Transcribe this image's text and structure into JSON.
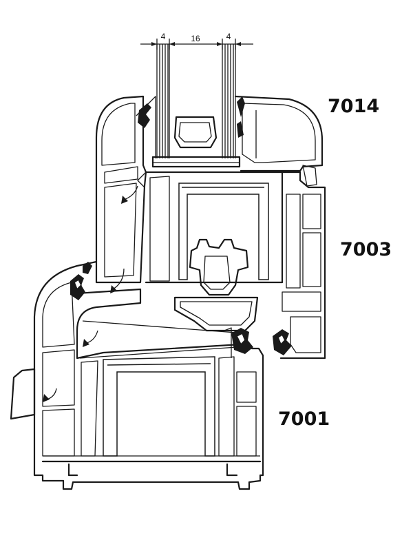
{
  "dimensions": {
    "left_glass": "4",
    "gap": "16",
    "right_glass": "4"
  },
  "labels": {
    "sash": "7014",
    "frame_top": "7003",
    "frame_bottom": "7001"
  },
  "colors": {
    "stroke": "#1a1a1a",
    "background": "#ffffff"
  }
}
